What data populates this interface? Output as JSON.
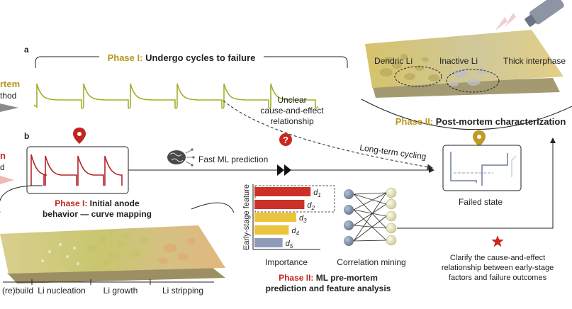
{
  "colors": {
    "phase_gold": "#b8961c",
    "phase_red": "#c0261f",
    "curve_green": "#a6ad2a",
    "curve_red": "#b3262b",
    "bar_red": "#cc3127",
    "bar_yellow": "#ecc33c",
    "bar_gray": "#8f9ab6",
    "node_blue": "#7e8da8",
    "node_cream": "#e6e4bc",
    "star": "#c8281e"
  },
  "panel_a": {
    "letter": "a",
    "phase_prefix": "Phase I:",
    "phase_text": "Undergo cycles to failure",
    "left_cut_top": "rtem",
    "left_cut_bottom": "thod"
  },
  "panel_b": {
    "letter": "b",
    "left_cut_top": "n",
    "left_cut_bottom": "d"
  },
  "question": {
    "line1": "Unclear",
    "line2": "cause-and-effect",
    "line3": "relationship",
    "mark": "?"
  },
  "fast_ml": "Fast ML prediction",
  "long_term": "Long-term cycling",
  "phase1_b": {
    "prefix": "Phase I:",
    "line1_rest": "Initial anode",
    "line2": "behavior — curve mapping"
  },
  "stages": [
    "(re)build",
    "Li nucleation",
    "Li growth",
    "Li stripping"
  ],
  "characterization": {
    "dendritic": "Dendric Li",
    "inactive": "Inactive Li",
    "interphase": "Thick interphase",
    "phase_prefix": "Phase II:",
    "phase_text": "Post-mortem characterization"
  },
  "failed_state": "Failed state",
  "feature_chart": {
    "ylabel": "Early-stage feature",
    "xlabel": "Importance",
    "features": [
      "d",
      "d",
      "d",
      "d",
      "d"
    ],
    "subscripts": [
      "1",
      "2",
      "3",
      "4",
      "5"
    ],
    "importance": [
      0.9,
      0.8,
      0.67,
      0.55,
      0.45
    ]
  },
  "correlation": "Correlation mining",
  "phase2_ml": {
    "prefix": "Phase II:",
    "line1_rest": "ML pre-mortem",
    "line2": "prediction and feature analysis"
  },
  "clarify": {
    "line1": "Clarify the cause-and-effect",
    "line2": "relationship between early-stage",
    "line3": "factors and failure outcomes"
  }
}
